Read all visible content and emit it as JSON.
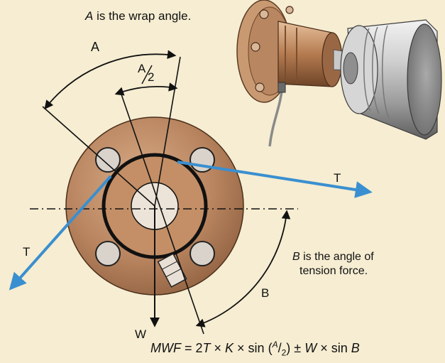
{
  "top_caption": {
    "var": "A",
    "text": " is the wrap angle."
  },
  "labels": {
    "angle_a": "A",
    "half_a_num": "A",
    "half_a_den": "2",
    "tension_right": "T",
    "tension_left": "T",
    "weight": "W",
    "angle_b": "B"
  },
  "b_caption": {
    "var": "B",
    "line1_rest": " is the angle of",
    "line2": "tension force."
  },
  "formula": {
    "lhs": "MWF",
    "eq": " = 2",
    "t": "T",
    "times1": " × ",
    "k": "K",
    "times2": " × sin (",
    "a": "A",
    "slash": "/",
    "two": "2",
    "close": ")",
    "pm": " ± ",
    "w": "W",
    "times3": " × sin ",
    "b": "B"
  },
  "colors": {
    "background": "#f6edd2",
    "roll_face": "#b8845f",
    "hub": "#ede4d9",
    "arrow_blue": "#3a8fd0"
  }
}
